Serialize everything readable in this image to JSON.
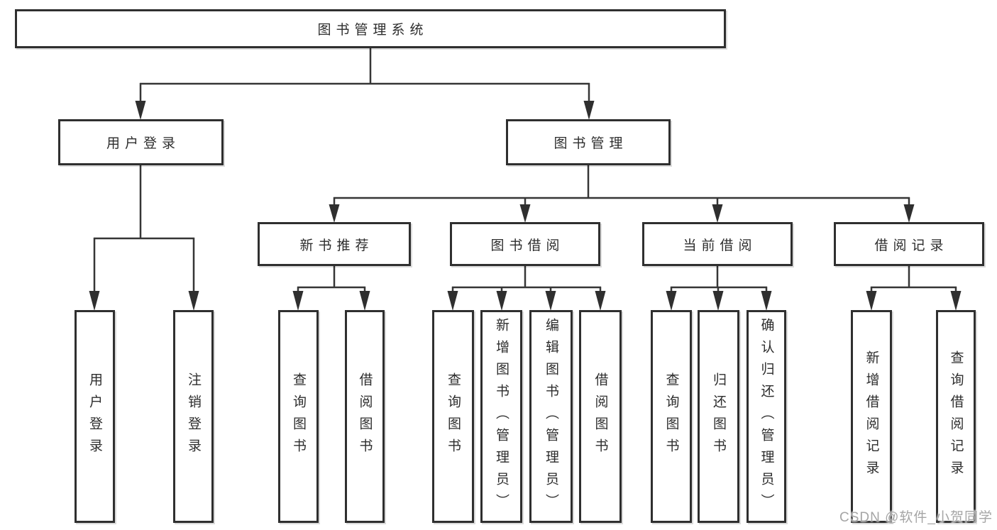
{
  "tree": {
    "root": {
      "label": "图书管理系统"
    },
    "branches": [
      {
        "label": "用户登录",
        "children": [
          {
            "label": "用户登录"
          },
          {
            "label": "注销登录"
          }
        ]
      },
      {
        "label": "图书管理",
        "children": [
          {
            "label": "新书推荐",
            "children": [
              {
                "label": "查询图书"
              },
              {
                "label": "借阅图书"
              }
            ]
          },
          {
            "label": "图书借阅",
            "children": [
              {
                "label": "查询图书"
              },
              {
                "label": "新增图书（管理员）"
              },
              {
                "label": "编辑图书（管理员）"
              },
              {
                "label": "借阅图书"
              }
            ]
          },
          {
            "label": "当前借阅",
            "children": [
              {
                "label": "查询图书"
              },
              {
                "label": "归还图书"
              },
              {
                "label": "确认归还（管理员）"
              }
            ]
          },
          {
            "label": "借阅记录",
            "children": [
              {
                "label": "新增借阅记录"
              },
              {
                "label": "查询借阅记录"
              }
            ]
          }
        ]
      }
    ]
  },
  "watermark": {
    "text": "CSDN @软件_小贺同学"
  },
  "colors": {
    "line": "#363636",
    "box_border": "#2f2f2f",
    "watermark": "#a5a5a5",
    "background": "#ffffff"
  }
}
